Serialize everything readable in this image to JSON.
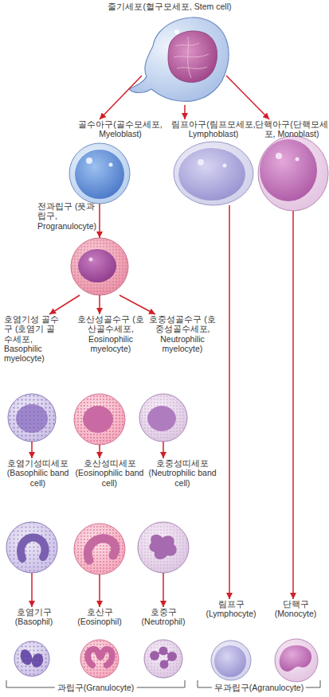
{
  "diagram": {
    "nodes": [
      {
        "text": [
          "줄기세포(혈구모세포, Stem cell)"
        ]
      },
      {
        "text": [
          "골수아구(골수모세포, Myeloblast)"
        ]
      },
      {
        "text": [
          "림프아구(림프모세포, Lymphoblast)"
        ]
      },
      {
        "text": [
          "단핵아구(단핵모세포, Monoblast)"
        ]
      },
      {
        "text": [
          "전과립구 (풋과립구, Progranulocyte)"
        ]
      },
      {
        "text": [
          "호염기성 골수구 (호염기 골수세포, Basophilic myelocyte)"
        ]
      },
      {
        "text": [
          "호산성골수구 (호산골수세포, Eosinophilic myelocyte)"
        ]
      },
      {
        "text": [
          "호중성골수구 (호중성골수세포, Neutrophilic myelocyte)"
        ]
      },
      {
        "text": [
          "호염기성띠세포 (Basophilic band cell)"
        ]
      },
      {
        "text": [
          "호산성띠세포 (Eosinophilic band cell)"
        ]
      },
      {
        "text": [
          "호중성띠세포 (Neutrophilic band cell)"
        ]
      },
      {
        "text": [
          "호염기구 (Basophil)"
        ]
      },
      {
        "text": [
          "호산구 (Eosinophil)"
        ]
      },
      {
        "text": [
          "호중구 (Neutrophil)"
        ]
      },
      {
        "text": [
          "림프구 (Lymphocyte)"
        ]
      },
      {
        "text": [
          "단핵구 (Monocyte)"
        ]
      }
    ],
    "edges": [
      {
        "from": 0,
        "to": 1,
        "arrow": "to"
      },
      {
        "from": 0,
        "to": 2,
        "arrow": "to"
      },
      {
        "from": 0,
        "to": 3,
        "arrow": "to"
      },
      {
        "from": 1,
        "to": 4,
        "arrow": "to"
      },
      {
        "from": 4,
        "to": 5,
        "arrow": "to"
      },
      {
        "from": 4,
        "to": 6,
        "arrow": "to"
      },
      {
        "from": 4,
        "to": 7,
        "arrow": "to"
      },
      {
        "from": 5,
        "to": 8,
        "arrow": "to"
      },
      {
        "from": 6,
        "to": 9,
        "arrow": "to"
      },
      {
        "from": 7,
        "to": 10,
        "arrow": "to"
      },
      {
        "from": 8,
        "to": 11,
        "arrow": "to"
      },
      {
        "from": 9,
        "to": 12,
        "arrow": "to"
      },
      {
        "from": 10,
        "to": 13,
        "arrow": "to"
      },
      {
        "from": 2,
        "to": 14,
        "arrow": "to"
      },
      {
        "from": 3,
        "to": 15,
        "arrow": "to"
      }
    ],
    "labels": [
      "과립구(Granulocyte)",
      "무과립구(Agranulocyte)"
    ]
  }
}
